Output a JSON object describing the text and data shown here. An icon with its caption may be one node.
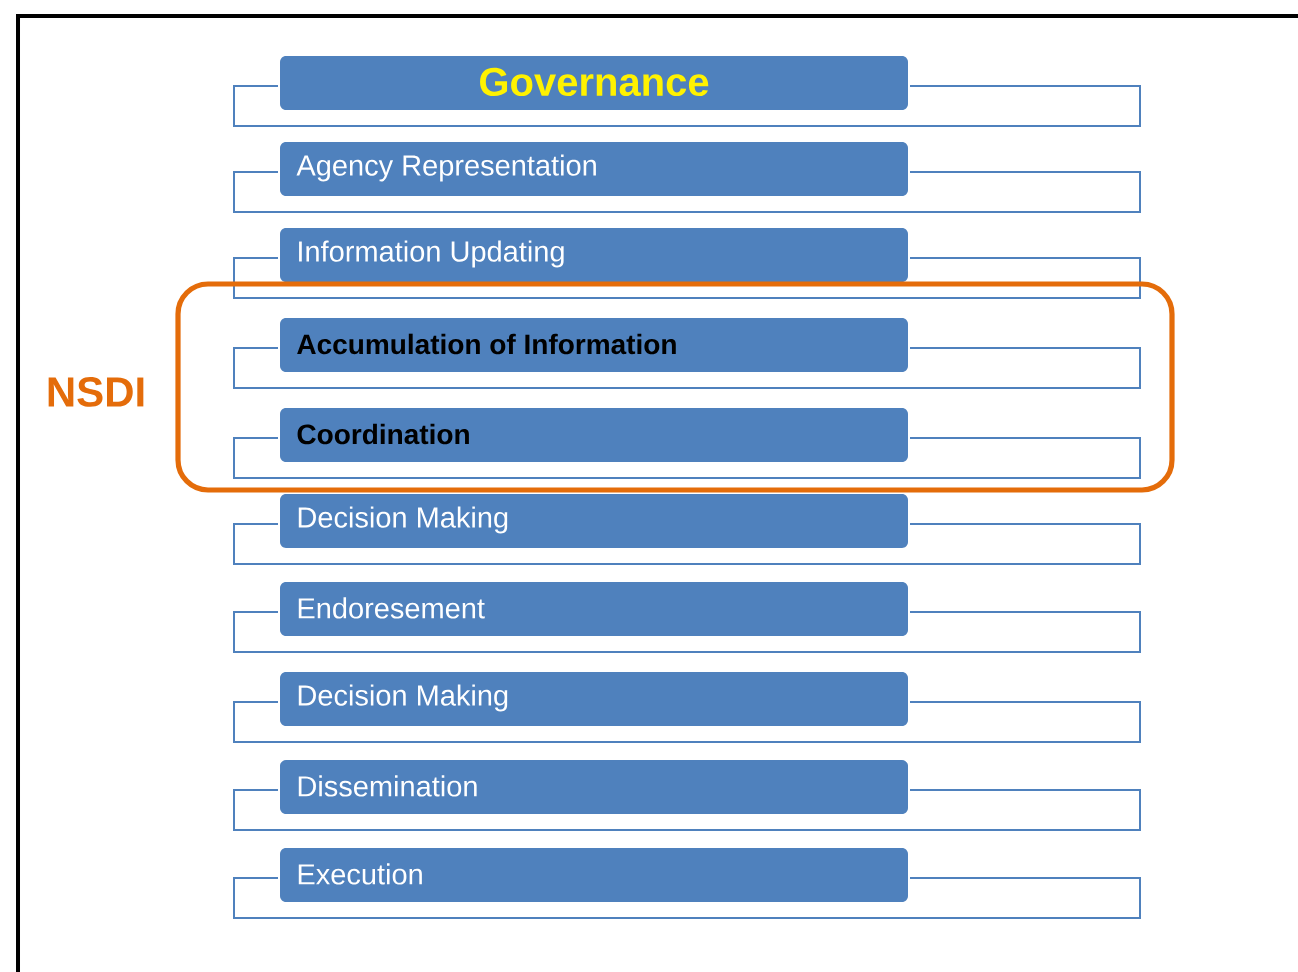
{
  "diagram": {
    "nodes": [
      {
        "text": [
          "Governance"
        ]
      },
      {
        "text": [
          "Agency Representation"
        ]
      },
      {
        "text": [
          "Information Updating"
        ]
      },
      {
        "text": [
          "NSDI"
        ]
      },
      {
        "text": [
          "Accumulation of Information"
        ],
        "in": 3
      },
      {
        "text": [
          "Coordination"
        ],
        "in": 3
      },
      {
        "text": [
          "Decision Making"
        ]
      },
      {
        "text": [
          "Endoresement"
        ]
      },
      {
        "text": [
          "Decision Making"
        ]
      },
      {
        "text": [
          "Dissemination"
        ]
      },
      {
        "text": [
          "Execution"
        ]
      }
    ]
  }
}
